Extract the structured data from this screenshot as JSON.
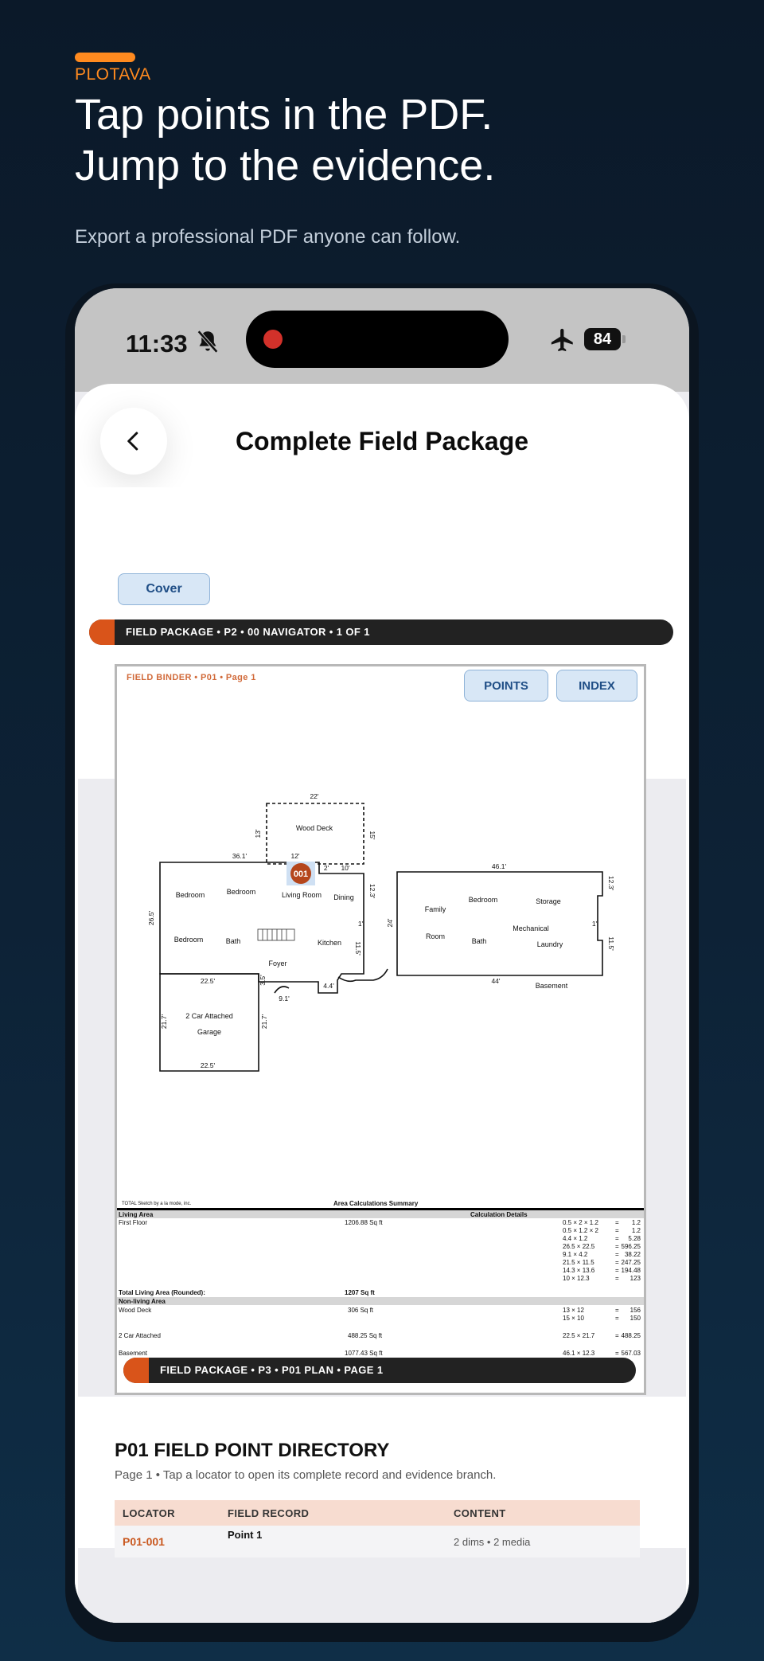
{
  "hero": {
    "brand": "PLOTAVA",
    "title_line1": "Tap points in the PDF.",
    "title_line2": "Jump to the evidence.",
    "subtitle": "Export a professional PDF anyone can follow."
  },
  "status_bar": {
    "time": "11:33",
    "battery": "84"
  },
  "header": {
    "title": "Complete Field Package"
  },
  "cover_button": "Cover",
  "package_bar_top": "FIELD PACKAGE • P2 • 00 NAVIGATOR • 1 OF 1",
  "pdf_page": {
    "binder_label": "FIELD BINDER • P01 • Page 1",
    "points_button": "POINTS",
    "index_button": "INDEX",
    "marker": "001",
    "plan_labels": {
      "wood_deck": "Wood Deck",
      "bedroom": "Bedroom",
      "living_room": "Living Room",
      "dining": "Dining",
      "bath": "Bath",
      "kitchen": "Kitchen",
      "foyer": "Foyer",
      "garage_1": "2 Car Attached",
      "garage_2": "Garage",
      "family": "Family",
      "room": "Room",
      "storage": "Storage",
      "mechanical": "Mechanical",
      "laundry": "Laundry",
      "basement": "Basement"
    },
    "dimensions": {
      "d22": "22'",
      "d13": "13'",
      "d15": "15'",
      "d361": "36.1'",
      "d12": "12'",
      "d10": "10'",
      "d2": "2'",
      "d265": "26.5'",
      "d123": "12.3'",
      "d1": "1'",
      "d115": "11.5'",
      "d225": "22.5'",
      "d35": "3.5'",
      "d91": "9.1'",
      "d44": "4.4'",
      "d217": "21.7'",
      "d461": "46.1'",
      "d24": "24'",
      "d44b": "44'"
    },
    "calc": {
      "credit": "TOTAL Sketch by a la mode, inc.",
      "title": "Area Calculations Summary",
      "living_area": "Living Area",
      "calc_details": "Calculation Details",
      "first_floor": "First Floor",
      "first_floor_sqft": "1206.88 Sq ft",
      "rows": [
        {
          "expr": "0.5 × 2 × 1.2",
          "eq": "=",
          "val": "1.2"
        },
        {
          "expr": "0.5 × 1.2 × 2",
          "eq": "=",
          "val": "1.2"
        },
        {
          "expr": "4.4 × 1.2",
          "eq": "=",
          "val": "5.28"
        },
        {
          "expr": "26.5 × 22.5",
          "eq": "=",
          "val": "596.25"
        },
        {
          "expr": "9.1 × 4.2",
          "eq": "=",
          "val": "38.22"
        },
        {
          "expr": "21.5 × 11.5",
          "eq": "=",
          "val": "247.25"
        },
        {
          "expr": "14.3 × 13.6",
          "eq": "=",
          "val": "194.48"
        },
        {
          "expr": "10 × 12.3",
          "eq": "=",
          "val": "123"
        }
      ],
      "total_living_label": "Total Living Area (Rounded):",
      "total_living_value": "1207 Sq ft",
      "non_living": "Non-living Area",
      "wood_deck": "Wood Deck",
      "wood_deck_sqft": "306 Sq ft",
      "wd_rows": [
        {
          "expr": "13 × 12",
          "eq": "=",
          "val": "156"
        },
        {
          "expr": "15 × 10",
          "eq": "=",
          "val": "150"
        }
      ],
      "garage": "2 Car Attached",
      "garage_sqft": "488.25 Sq ft",
      "garage_row": {
        "expr": "22.5 × 21.7",
        "eq": "=",
        "val": "488.25"
      },
      "basement": "Basement",
      "basement_sqft": "1077.43 Sq ft",
      "basement_row": {
        "expr": "46.1 × 12.3",
        "eq": "=",
        "val": "567.03"
      }
    }
  },
  "package_bar_bottom": "FIELD PACKAGE • P3 • P01 PLAN • PAGE 1",
  "directory": {
    "title": "P01 FIELD POINT DIRECTORY",
    "subtitle": "Page 1 • Tap a locator to open its complete record and evidence branch.",
    "columns": [
      "LOCATOR",
      "FIELD RECORD",
      "CONTENT"
    ],
    "rows": [
      {
        "locator": "P01-001",
        "record": "Point 1",
        "content": "2 dims • 2 media"
      }
    ]
  },
  "colors": {
    "accent": "#ff8a1f",
    "marker": "#b5461c",
    "locator": "#c9581f",
    "button_bg": "#d8e7f6"
  }
}
